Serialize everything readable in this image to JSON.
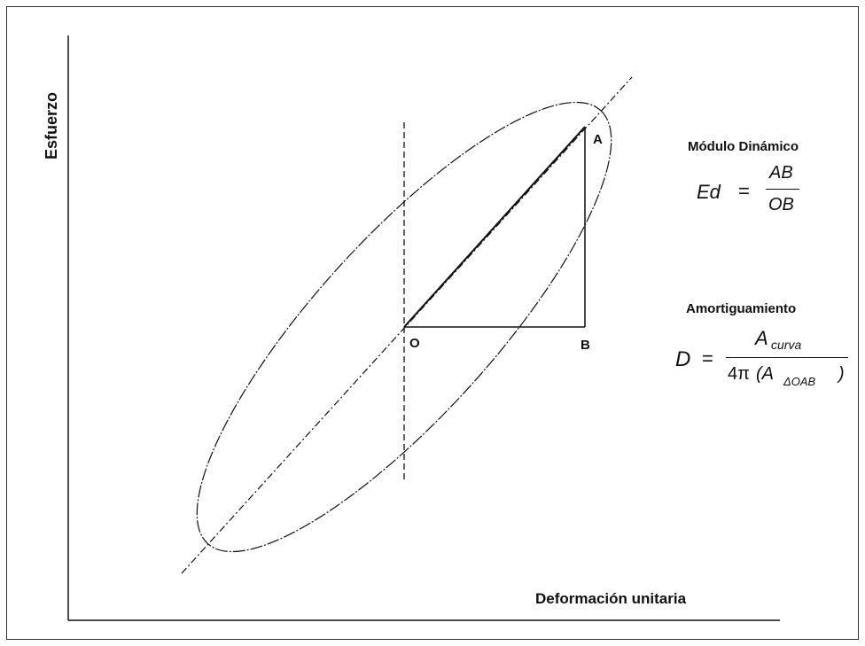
{
  "diagram": {
    "axes": {
      "ylabel": "Esfuerzo",
      "xlabel": "Deformación unitaria"
    },
    "points": {
      "O": "O",
      "A": "A",
      "B": "B"
    },
    "modulo": {
      "title": "Módulo Dinámico",
      "lhs": "Ed",
      "equals": "=",
      "numerator": "AB",
      "denominator": "OB"
    },
    "amortiguamiento": {
      "title": "Amortiguamiento",
      "lhs": "D",
      "equals": "=",
      "num_main": "A",
      "num_sub": "curva",
      "den_prefix": "4π",
      "den_open": "(A",
      "den_sub": "ΔOAB",
      "den_close": ")"
    },
    "colors": {
      "line": "#111111",
      "background": "#ffffff"
    }
  }
}
